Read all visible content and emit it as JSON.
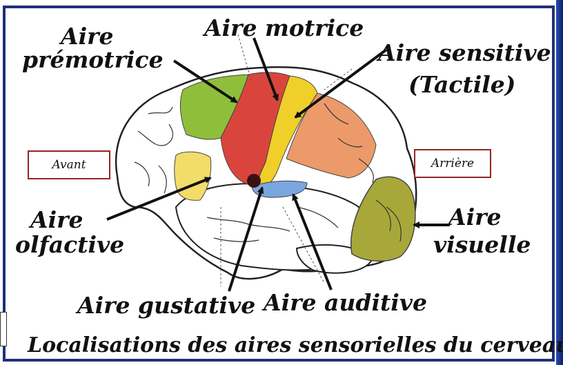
{
  "labels": {
    "premotor": [
      "Aire",
      "prémotrice"
    ],
    "motor": "Aire motrice",
    "sensory": [
      "Aire sensitive",
      "(Tactile)"
    ],
    "olfactory": [
      "Aire",
      "olfactive"
    ],
    "visual": [
      "Aire",
      "visuelle"
    ],
    "gustatory": "Aire gustative",
    "auditory": "Aire auditive"
  },
  "orientation": {
    "front": "Avant",
    "back": "Arrière"
  },
  "caption": "Localisations des aires sensorielles du cerveau.",
  "colors": {
    "frame": "#1f2f7a",
    "premotor_area": "#8fbf3a",
    "motor_area": "#d9453d",
    "sensory_area": "#f0cf2a",
    "association_area": "#ec9a6a",
    "visual_area": "#a8a83a",
    "auditory_area": "#7aa6e0",
    "olfactory_area": "#f2dc6a",
    "gustatory_area": "#3a1010",
    "brain_outline": "#222222"
  }
}
